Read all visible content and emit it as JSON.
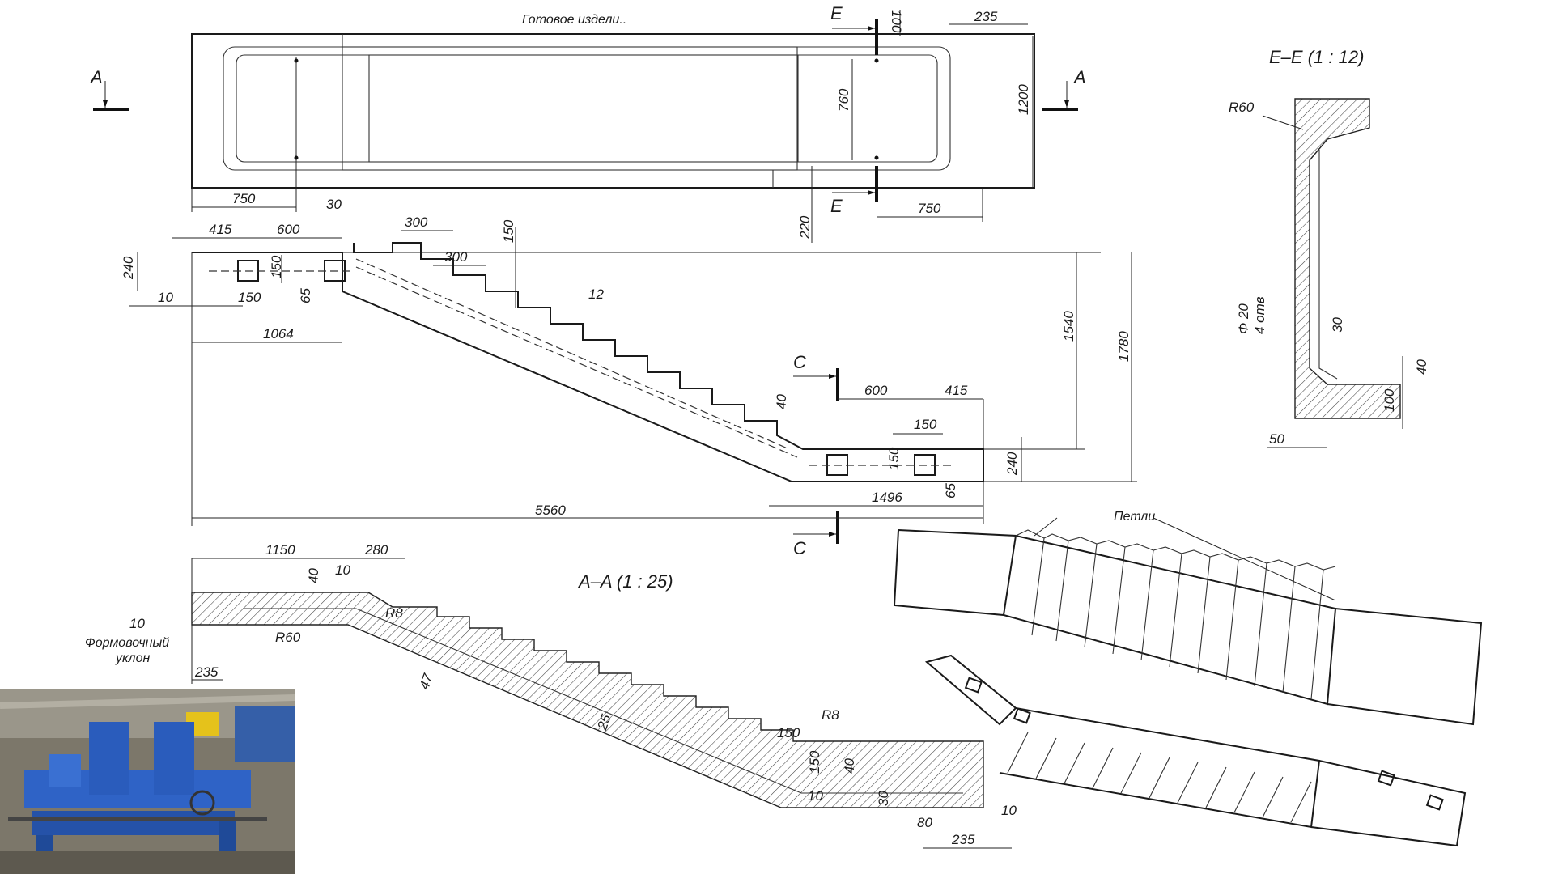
{
  "drawing": {
    "top_note": "Готовое издели..",
    "section_aa_title": "A–A (1 : 25)",
    "section_ee_title": "E–E (1 : 12)",
    "loops_label": "Петли",
    "draft_label_line1": "Формовочный",
    "draft_label_line2": "уклон",
    "hole_label_line1": "Φ 20",
    "hole_label_line2": "4 отв",
    "cut_letters": {
      "a": "A",
      "c": "C",
      "e": "E"
    },
    "plan_dims": {
      "d100": "100",
      "d235": "235",
      "d760": "760",
      "d1200": "1200",
      "d750_left": "750",
      "d750_right": "750",
      "d30": "30",
      "d220": "220"
    },
    "elevation_dims": {
      "d415_top": "415",
      "d600_top": "600",
      "d300_a": "300",
      "d300_b": "300",
      "d150_step": "150",
      "d240_left": "240",
      "d150_left": "150",
      "d10_left": "10",
      "d150_sq": "150",
      "d65_left": "65",
      "d1064": "1064",
      "d12": "12",
      "d1540": "1540",
      "d1780": "1780",
      "d40_mid": "40",
      "d600_bottom": "600",
      "d415_bottom": "415",
      "d150_bottom_sq": "150",
      "d150_bottom_v": "150",
      "d240_right": "240",
      "d65_right": "65",
      "d1496": "1496",
      "d5560": "5560"
    },
    "section_aa_dims": {
      "d1150": "1150",
      "d280": "280",
      "d40_a": "40",
      "d10_a": "10",
      "d10_left": "10",
      "r60": "R60",
      "r8_top": "R8",
      "d235_left": "235",
      "d47": "47",
      "d25": "25",
      "r8_bottom": "R8",
      "d150_a": "150",
      "d150_b": "150",
      "d40_b": "40",
      "d10_b": "10",
      "d30": "30",
      "d80": "80",
      "d10_right": "10",
      "d235_right": "235"
    },
    "section_ee_dims": {
      "r60": "R60",
      "d30": "30",
      "d40": "40",
      "d100": "100",
      "d50": "50"
    }
  }
}
